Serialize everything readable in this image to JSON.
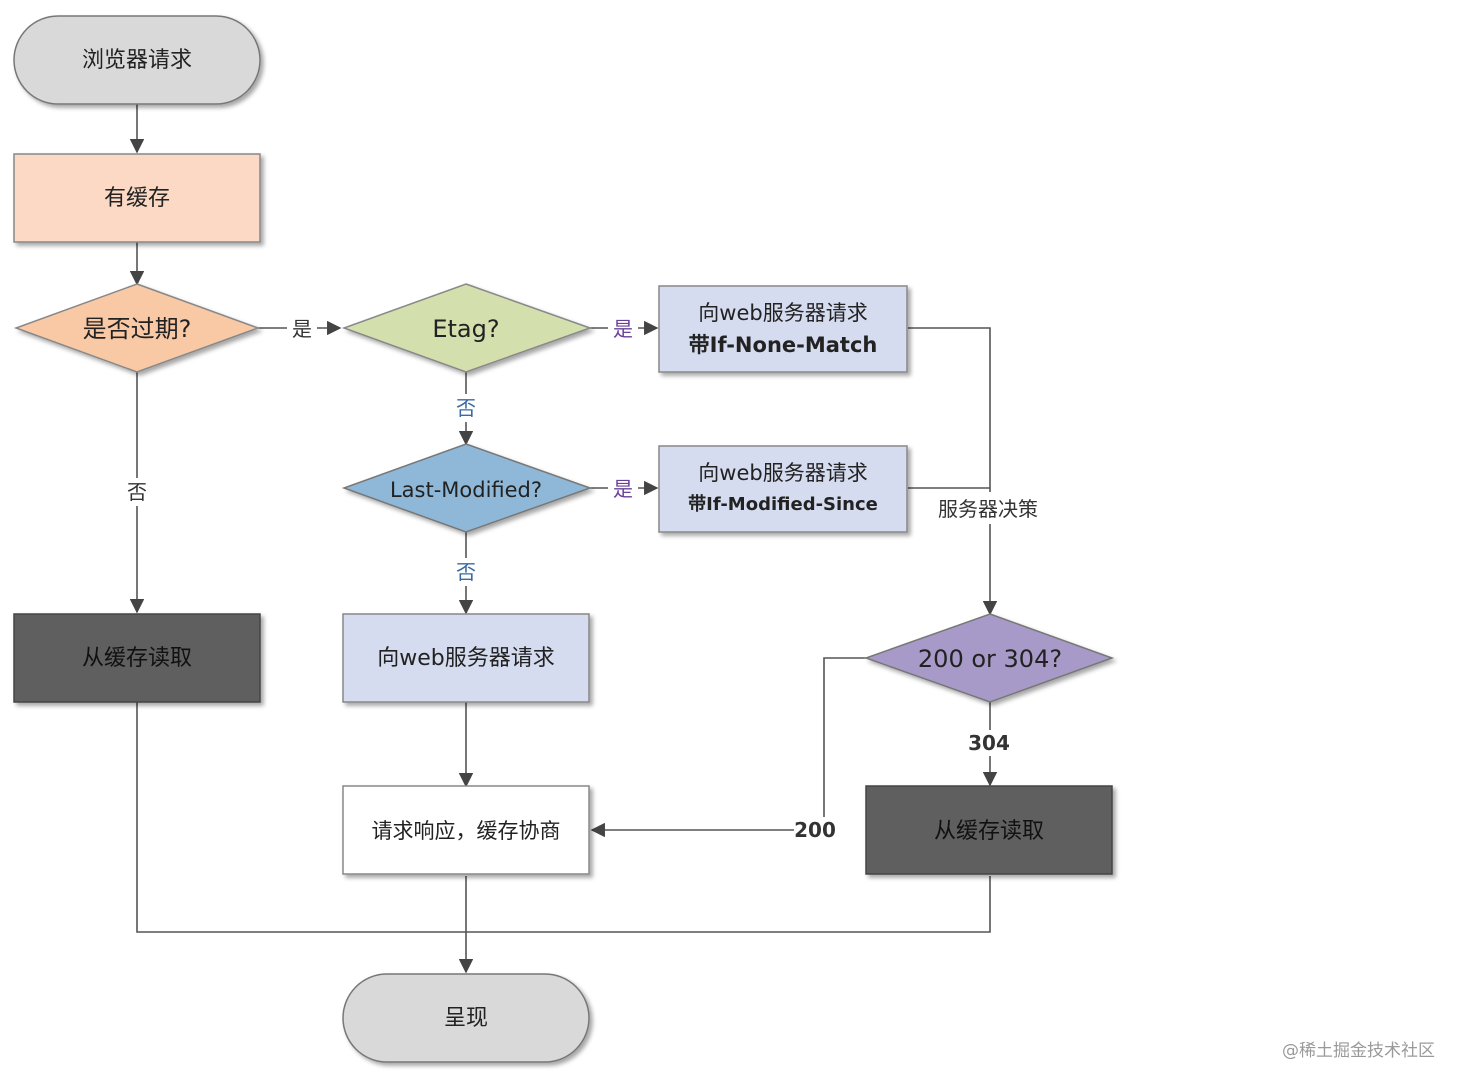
{
  "nodes": {
    "start": "浏览器请求",
    "has_cache": "有缓存",
    "expired": "是否过期?",
    "etag": "Etag?",
    "req_inm_1": "向web服务器请求",
    "req_inm_2": "带If-None-Match",
    "last_modified": "Last-Modified?",
    "req_ims_1": "向web服务器请求",
    "req_ims_2": "带If-Modified-Since",
    "read_cache_left": "从缓存读取",
    "req_plain": "向web服务器请求",
    "status_check": "200 or 304?",
    "negotiate": "请求响应，缓存协商",
    "read_cache_right": "从缓存读取",
    "render": "呈现"
  },
  "edge_labels": {
    "expired_yes": "是",
    "expired_no": "否",
    "etag_yes": "是",
    "etag_no": "否",
    "lm_yes": "是",
    "lm_no": "否",
    "server_decision": "服务器决策",
    "code_304": "304",
    "code_200": "200"
  },
  "watermark": "@稀土掘金技术社区",
  "colors": {
    "start": "#d9d9d9",
    "has_cache": "#fbd9c4",
    "expired": "#f9c9a6",
    "etag": "#d4dfae",
    "last_modified": "#8fb8d8",
    "request_box": "#d6dcef",
    "status_check": "#a79ac8",
    "read_cache": "#5f5f5f",
    "negotiate": "#ffffff",
    "render": "#d9d9d9",
    "line": "#555555"
  }
}
